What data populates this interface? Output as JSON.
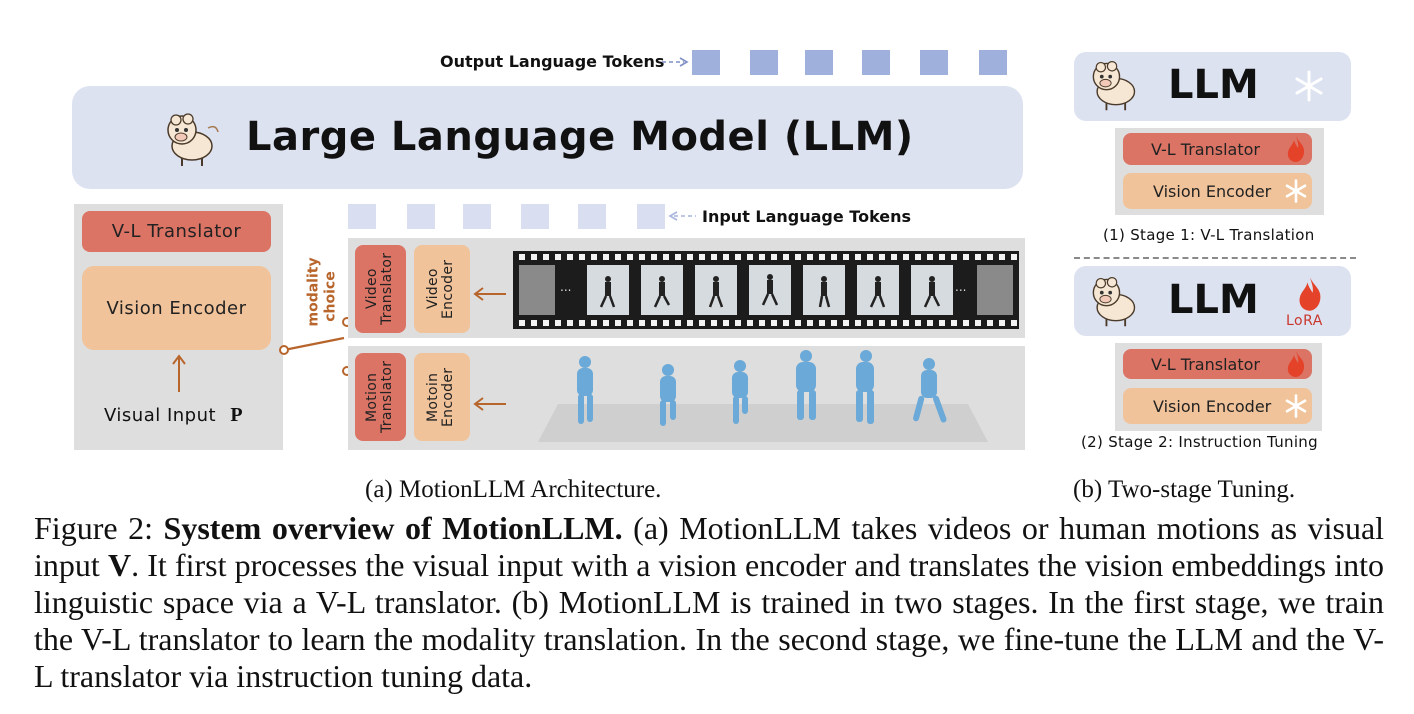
{
  "arch": {
    "output_tokens_label": "Output Language Tokens",
    "input_tokens_label": "Input Language Tokens",
    "llm_title": "Large Language Model (LLM)",
    "vl_translator": "V-L Translator",
    "vision_encoder": "Vision Encoder",
    "visual_input": "Visual Input",
    "visual_input_symbol": "P",
    "modality_choice": [
      "modality",
      "choice"
    ],
    "video_translator": "Video Translator",
    "video_encoder": "Video Encoder",
    "motion_translator": "Motion Translator",
    "motion_encoder": "Motoin Encoder",
    "ellipsis": "...",
    "caption": "(a) MotionLLM Architecture."
  },
  "tuning": {
    "llm": "LLM",
    "vl_translator": "V-L Translator",
    "vision_encoder": "Vision Encoder",
    "stage1": "(1) Stage 1: V-L Translation",
    "stage2": "(2) Stage 2: Instruction Tuning",
    "lora": "LoRA",
    "caption": "(b) Two-stage Tuning."
  },
  "figure_caption": {
    "label": "Figure 2:",
    "bold": "System overview of MotionLLM.",
    "text_1": "(a) MotionLLM takes videos or human motions as visual input",
    "symbol": "V",
    "text_2": ". It first processes the visual input with a vision encoder and translates the vision embeddings into linguistic space via a V-L translator. (b) MotionLLM is trained in two stages. In the first stage, we train the V-L translator to learn the modality translation. In the second stage, we fine-tune the LLM and the V-L translator via instruction tuning data."
  },
  "colors": {
    "llm_bg": "#dde2f1",
    "token": "#9fb0dc",
    "translator": "#db7465",
    "encoder": "#f1c39a",
    "arrow": "#b8652c",
    "motion_figure": "#6aa9d8"
  },
  "icons": [
    "alpaca-icon",
    "snowflake-icon",
    "flame-icon",
    "film-strip",
    "human-figure"
  ]
}
